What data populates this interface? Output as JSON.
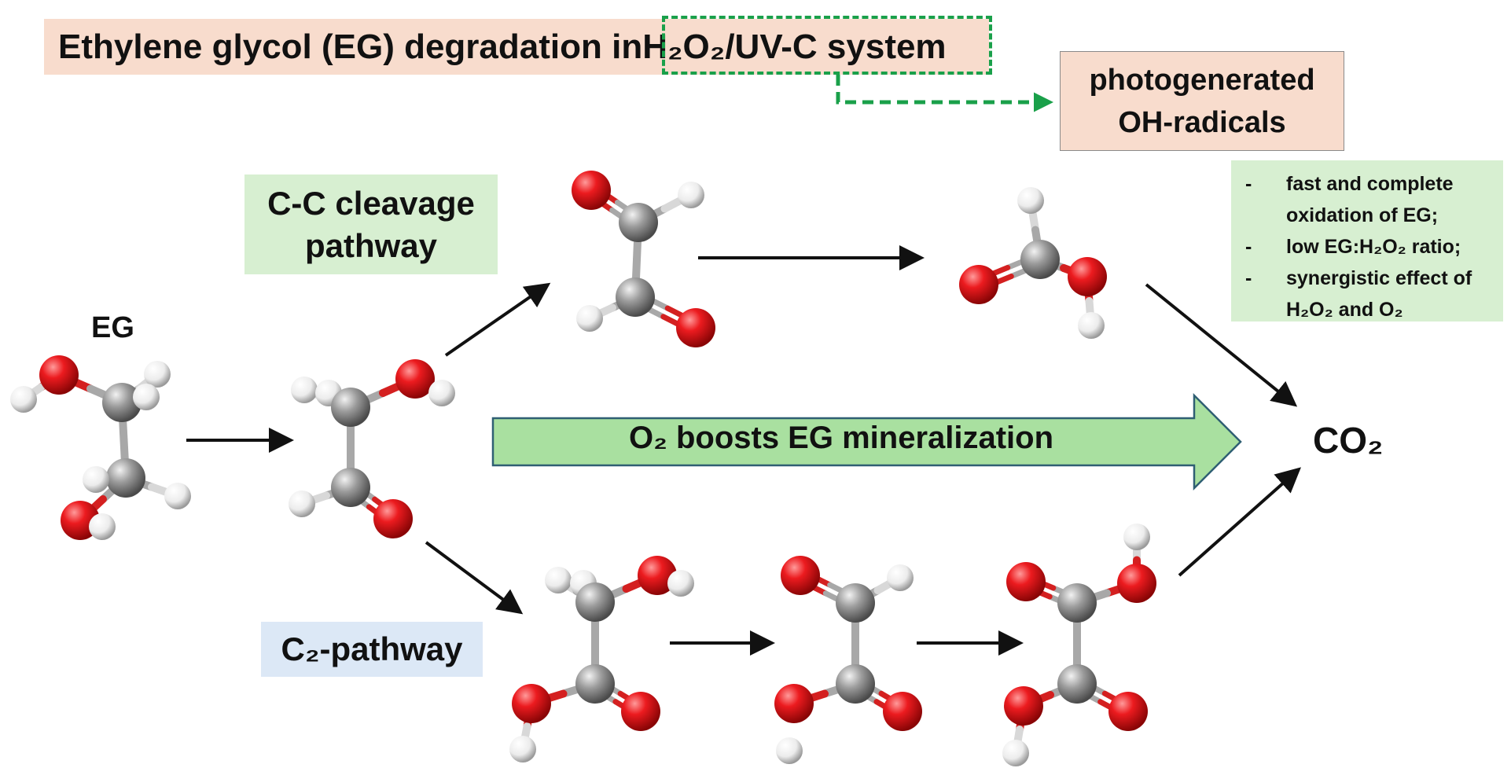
{
  "title": {
    "pre": "Ethylene glycol (EG) degradation in ",
    "h2o2": "H₂O₂",
    "post": "/UV-C system"
  },
  "radicals": {
    "line1": "photogenerated",
    "line2": "OH-radicals"
  },
  "cc_pathway": {
    "line1": "C-C cleavage",
    "line2": "pathway"
  },
  "c2_pathway": {
    "label": "C₂-pathway"
  },
  "eg_label": "EG",
  "co2_label": "CO₂",
  "o2_banner": "O₂ boosts EG mineralization",
  "notes": [
    {
      "dash": "-",
      "text": "fast and complete oxidation of EG;"
    },
    {
      "dash": "-",
      "text": "low EG:H₂O₂ ratio;"
    },
    {
      "dash": "-",
      "text": "synergistic effect of H₂O₂ and O₂"
    }
  ],
  "colors": {
    "carbon": "#8d8d8d",
    "oxygen": "#e8161a",
    "hydrogen": "#f2f2f2",
    "arrow_green": "#1aa04a",
    "banner_fill": "#a9e0a0",
    "banner_stroke": "#2f5f73"
  },
  "molecules": [
    {
      "name": "ethylene-glycol",
      "atoms": [
        "O",
        "H",
        "C",
        "H",
        "H",
        "C",
        "H",
        "H",
        "O",
        "H"
      ]
    },
    {
      "name": "glycolaldehyde",
      "atoms": [
        "H",
        "H",
        "C",
        "O",
        "H",
        "C",
        "H",
        "O"
      ]
    },
    {
      "name": "glyoxal",
      "atoms": [
        "O",
        "C",
        "H",
        "C",
        "H",
        "O"
      ]
    },
    {
      "name": "formic-acid",
      "atoms": [
        "H",
        "C",
        "O",
        "O",
        "H"
      ]
    },
    {
      "name": "glycolic-acid",
      "atoms": [
        "H",
        "H",
        "C",
        "O",
        "H",
        "C",
        "O",
        "O",
        "H"
      ]
    },
    {
      "name": "glyoxylic-acid",
      "atoms": [
        "O",
        "C",
        "H",
        "C",
        "O",
        "O",
        "H"
      ]
    },
    {
      "name": "oxalic-acid",
      "atoms": [
        "H",
        "O",
        "C",
        "O",
        "C",
        "O",
        "O",
        "H"
      ]
    }
  ]
}
